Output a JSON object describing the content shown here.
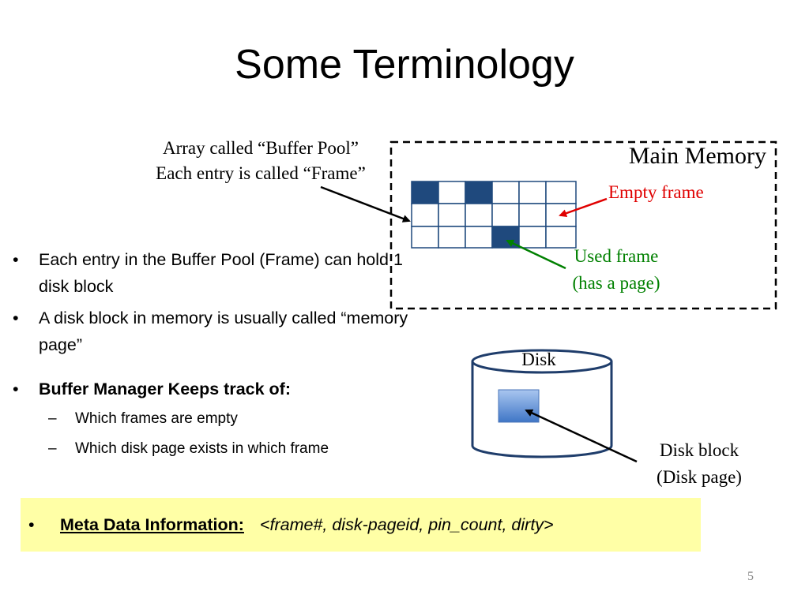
{
  "title": "Some Terminology",
  "buffer_pool_label": [
    "Array called “Buffer Pool”",
    "Each entry is called “Frame”"
  ],
  "main_memory_label": "Main Memory",
  "empty_frame_label": "Empty frame",
  "used_frame_label": [
    "Used frame",
    "(has a page)"
  ],
  "disk_label": "Disk",
  "disk_block_label": [
    "Disk block",
    "(Disk page)"
  ],
  "bullets": [
    "Each entry in the Buffer Pool (Frame) can hold 1 disk block",
    "A disk block in memory is usually called “memory page”",
    "Buffer Manager Keeps track of:"
  ],
  "sub_bullets": [
    "Which frames are empty",
    "Which disk page exists in which frame"
  ],
  "meta": {
    "key": "Meta Data Information:",
    "value": "<frame#, disk-pageid, pin_count, dirty>"
  },
  "page_number": "5",
  "colors": {
    "grid_fill": "#1f497d",
    "empty_arrow": "#e00000",
    "used_arrow": "#008000",
    "highlight_box": "#ffffa6"
  }
}
